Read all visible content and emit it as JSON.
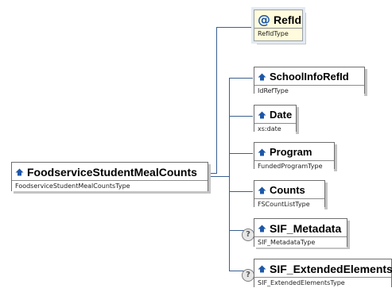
{
  "root": {
    "name": "FoodserviceStudentMealCounts",
    "type": "FoodserviceStudentMealCountsType",
    "icon": "element-icon"
  },
  "attribute": {
    "name": "RefId",
    "type": "RefIdType",
    "icon": "attribute-at-icon",
    "symbol": "@"
  },
  "children": [
    {
      "name": "SchoolInfoRefId",
      "type": "IdRefType",
      "optional": false,
      "icon": "element-icon"
    },
    {
      "name": "Date",
      "type": "xs:date",
      "optional": false,
      "icon": "element-icon"
    },
    {
      "name": "Program",
      "type": "FundedProgramType",
      "optional": false,
      "icon": "element-icon"
    },
    {
      "name": "Counts",
      "type": "FSCountListType",
      "optional": false,
      "icon": "element-icon"
    },
    {
      "name": "SIF_Metadata",
      "type": "SIF_MetadataType",
      "optional": true,
      "icon": "element-icon"
    },
    {
      "name": "SIF_ExtendedElements",
      "type": "SIF_ExtendedElementsType",
      "optional": true,
      "icon": "element-icon"
    }
  ],
  "optional_marker": "?",
  "colors": {
    "connector": "#3a5f8f",
    "border": "#6f6f6f",
    "attribute_bg": "#fffbdc",
    "icon_blue": "#1d57a8"
  }
}
